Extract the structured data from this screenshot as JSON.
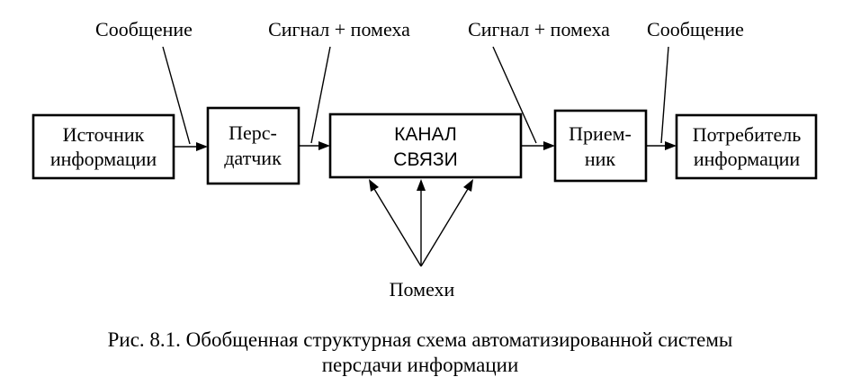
{
  "labels": {
    "message_in": "Сообщение",
    "signal_noise_in": "Сигнал + помеха",
    "signal_noise_out": "Сигнал + помеха",
    "message_out": "Сообщение",
    "noise": "Помехи"
  },
  "blocks": {
    "source": [
      "Источник",
      "информации"
    ],
    "transmitter": [
      "Перс-",
      "датчик"
    ],
    "channel": [
      "КАНАЛ",
      "СВЯЗИ"
    ],
    "receiver": [
      "Прием-",
      "ник"
    ],
    "consumer": [
      "Потребитель",
      "информации"
    ]
  },
  "caption": {
    "line1": "Рис. 8.1. Обобщенная структурная схема автоматизированной системы",
    "line2": "перcдачи информации"
  }
}
